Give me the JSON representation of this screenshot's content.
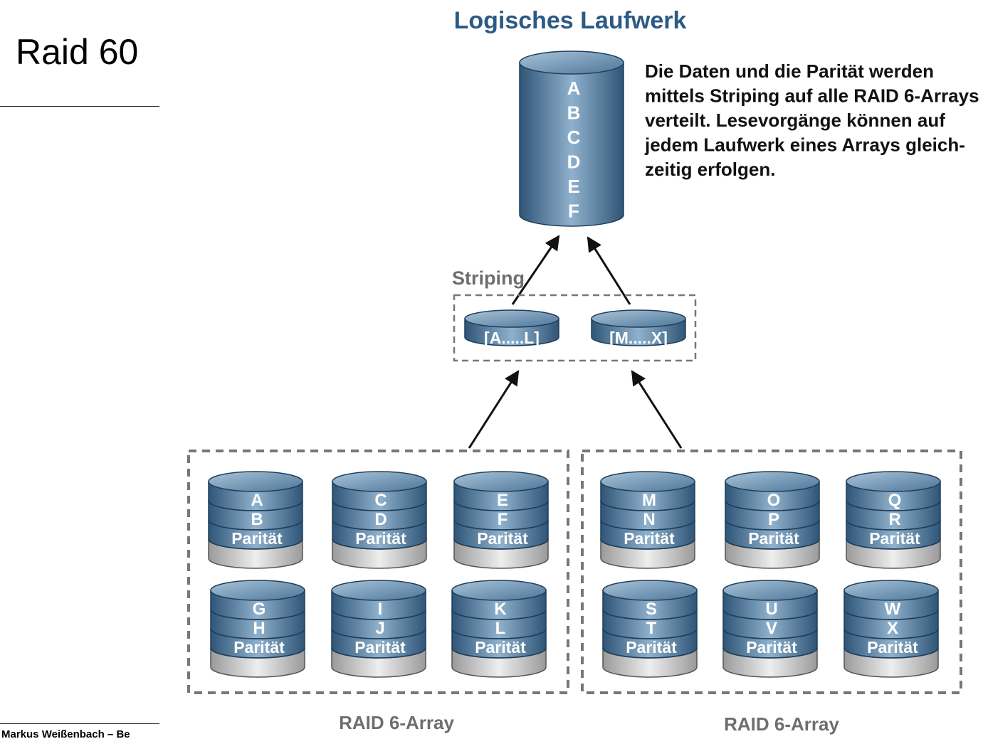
{
  "slide": {
    "title": "Raid 60",
    "footer": "Markus Weißenbach – Be"
  },
  "diagram": {
    "logical_drive_title": "Logisches Laufwerk",
    "logical_drive_letters": [
      "A",
      "B",
      "C",
      "D",
      "E",
      "F"
    ],
    "description": [
      "Die Daten und die Parität werden",
      "mittels Striping auf alle RAID 6-Arrays",
      "verteilt. Lesevorgänge können auf",
      "jedem Laufwerk eines Arrays gleich-",
      "zeitig erfolgen."
    ],
    "striping_label": "Striping",
    "stripes": [
      "[A.....L]",
      "[M.....X]"
    ],
    "arrays": [
      {
        "label": "RAID 6-Array",
        "disks": [
          {
            "lines": [
              "A",
              "B",
              "Parität"
            ]
          },
          {
            "lines": [
              "C",
              "D",
              "Parität"
            ]
          },
          {
            "lines": [
              "E",
              "F",
              "Parität"
            ]
          },
          {
            "lines": [
              "G",
              "H",
              "Parität"
            ]
          },
          {
            "lines": [
              "I",
              "J",
              "Parität"
            ]
          },
          {
            "lines": [
              "K",
              "L",
              "Parität"
            ]
          }
        ]
      },
      {
        "label": "RAID 6-Array",
        "disks": [
          {
            "lines": [
              "M",
              "N",
              "Parität"
            ]
          },
          {
            "lines": [
              "O",
              "P",
              "Parität"
            ]
          },
          {
            "lines": [
              "Q",
              "R",
              "Parität"
            ]
          },
          {
            "lines": [
              "S",
              "T",
              "Parität"
            ]
          },
          {
            "lines": [
              "U",
              "V",
              "Parität"
            ]
          },
          {
            "lines": [
              "W",
              "X",
              "Parität"
            ]
          }
        ]
      }
    ],
    "colors": {
      "disk_blue_dark": "#2f5577",
      "disk_blue_light": "#8fb1cc",
      "disk_gray_light": "#eeeeee",
      "disk_gray_dark": "#9a9a9a",
      "title_blue": "#2c5a86",
      "dash_gray": "#777777"
    }
  }
}
